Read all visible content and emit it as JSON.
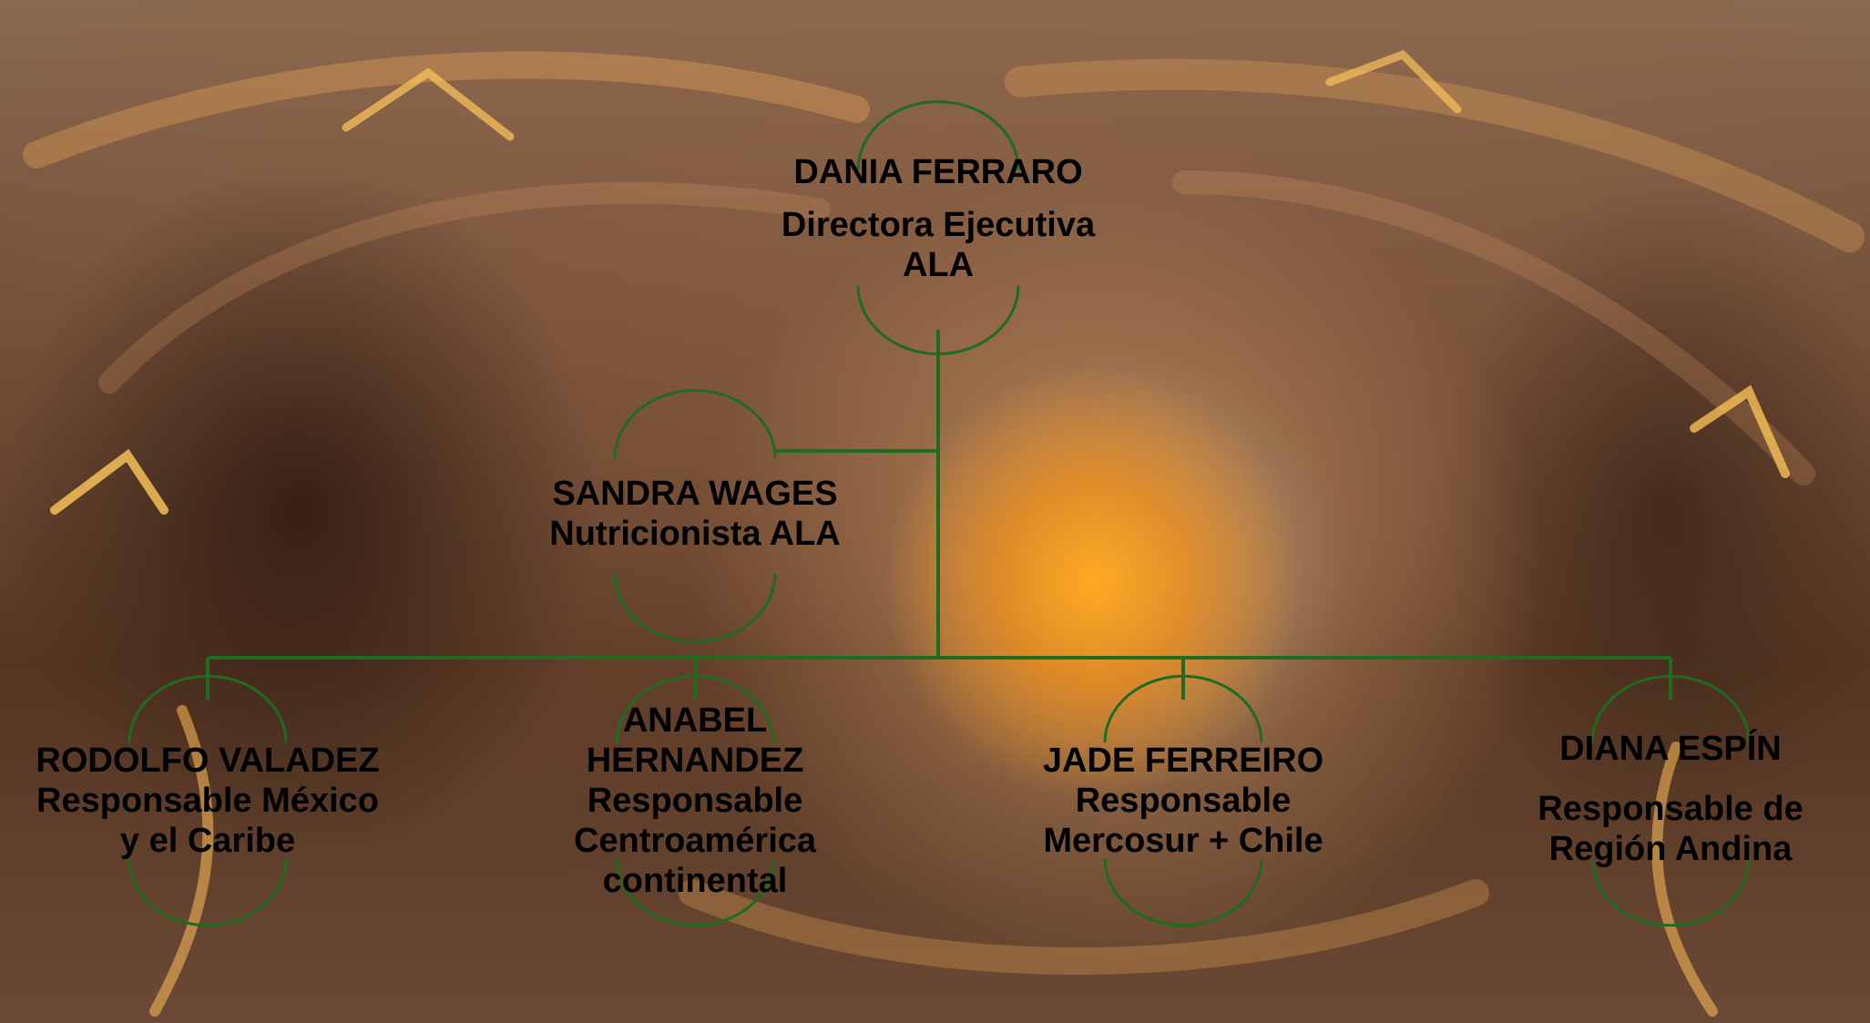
{
  "colors": {
    "connector": "#1f6b1f",
    "text": "#000000"
  },
  "org_chart": {
    "root": {
      "name": "DANIA FERRARO",
      "role": [
        "Directora Ejecutiva",
        "ALA"
      ]
    },
    "staff": {
      "name": "SANDRA WAGES",
      "role": [
        "Nutricionista ALA"
      ]
    },
    "regions": [
      {
        "name": "RODOLFO VALADEZ",
        "role": [
          "Responsable México",
          "y el Caribe"
        ]
      },
      {
        "name": "ANABEL",
        "name_line2": "HERNANDEZ",
        "role": [
          "Responsable",
          "Centroamérica",
          "continental"
        ]
      },
      {
        "name": "JADE FERREIRO",
        "role": [
          "Responsable",
          "Mercosur + Chile"
        ]
      },
      {
        "name": "DIANA ESPÍN",
        "role": [
          "Responsable de",
          "Región Andina"
        ]
      }
    ]
  }
}
